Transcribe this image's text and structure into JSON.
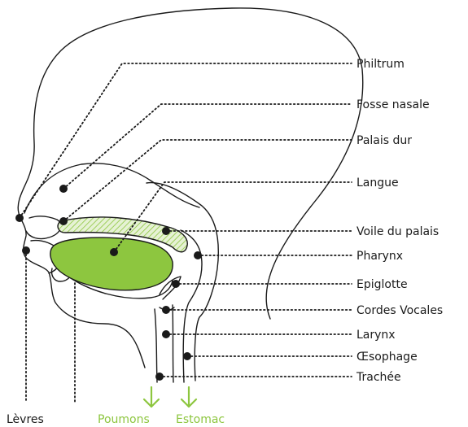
{
  "colors": {
    "outline": "#1a1a1a",
    "tongue": "#8dc63f",
    "palate_hatch": "#8dc63f",
    "arrow": "#8dc63f"
  },
  "labels": {
    "philtrum": "Philtrum",
    "fosse_nasale": "Fosse nasale",
    "palais_dur": "Palais dur",
    "langue": "Langue",
    "voile_du_palais": "Voile du palais",
    "pharynx": "Pharynx",
    "epiglotte": "Epiglotte",
    "cordes_vocales": "Cordes Vocales",
    "larynx": "Larynx",
    "oesophage": "Œsophage",
    "trachee": "Trachée",
    "levres": "Lèvres",
    "poumons": "Poumons",
    "estomac": "Estomac"
  },
  "icons": {
    "poumons_arrow": "arrow-down-icon",
    "estomac_arrow": "arrow-down-icon"
  }
}
